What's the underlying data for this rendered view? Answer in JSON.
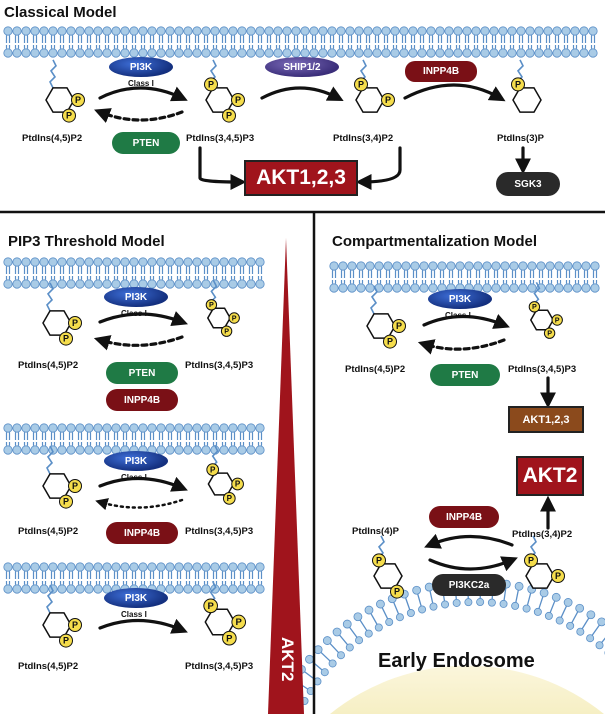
{
  "panels": {
    "classical": {
      "title": "Classical Model",
      "pi3k": "PI3K",
      "class_label": "Class I",
      "pten": "PTEN",
      "ship": "SHIP1/2",
      "inpp4b": "INPP4B",
      "lipid_45p2": "PtdIns(4,5)P2",
      "lipid_345p3": "PtdIns(3,4,5)P3",
      "lipid_34p2": "PtdIns(3,4)P2",
      "lipid_3p": "PtdIns(3)P",
      "akt": "AKT1,2,3",
      "sgk3": "SGK3"
    },
    "threshold": {
      "title": "PIP3 Threshold Model",
      "pi3k": "PI3K",
      "class_label": "Class I",
      "pten": "PTEN",
      "inpp4b": "INPP4B",
      "lipid_45p2": "PtdIns(4,5)P2",
      "lipid_345p3": "PtdIns(3,4,5)P3",
      "akt2": "AKT2"
    },
    "compartment": {
      "title": "Compartmentalization Model",
      "pi3k": "PI3K",
      "class_label": "Class I",
      "pten": "PTEN",
      "lipid_45p2": "PtdIns(4,5)P2",
      "lipid_345p3": "PtdIns(3,4,5)P3",
      "akt123": "AKT1,2,3",
      "akt2": "AKT2",
      "lipid_4p": "PtdIns(4)P",
      "lipid_34p2": "PtdIns(3,4)P2",
      "inpp4b": "INPP4B",
      "pi3kc2a": "PI3KC2a",
      "endosome": "Early Endosome"
    }
  },
  "phosphate_label": "P",
  "colors": {
    "membrane_head": "#a9cbe6",
    "membrane_tail": "#5b8fc7",
    "phosphate": "#f5dd4c",
    "akt_red": "#a0141c",
    "akt_brown": "#8b4a1c",
    "gradient_red": "#a0141c"
  }
}
